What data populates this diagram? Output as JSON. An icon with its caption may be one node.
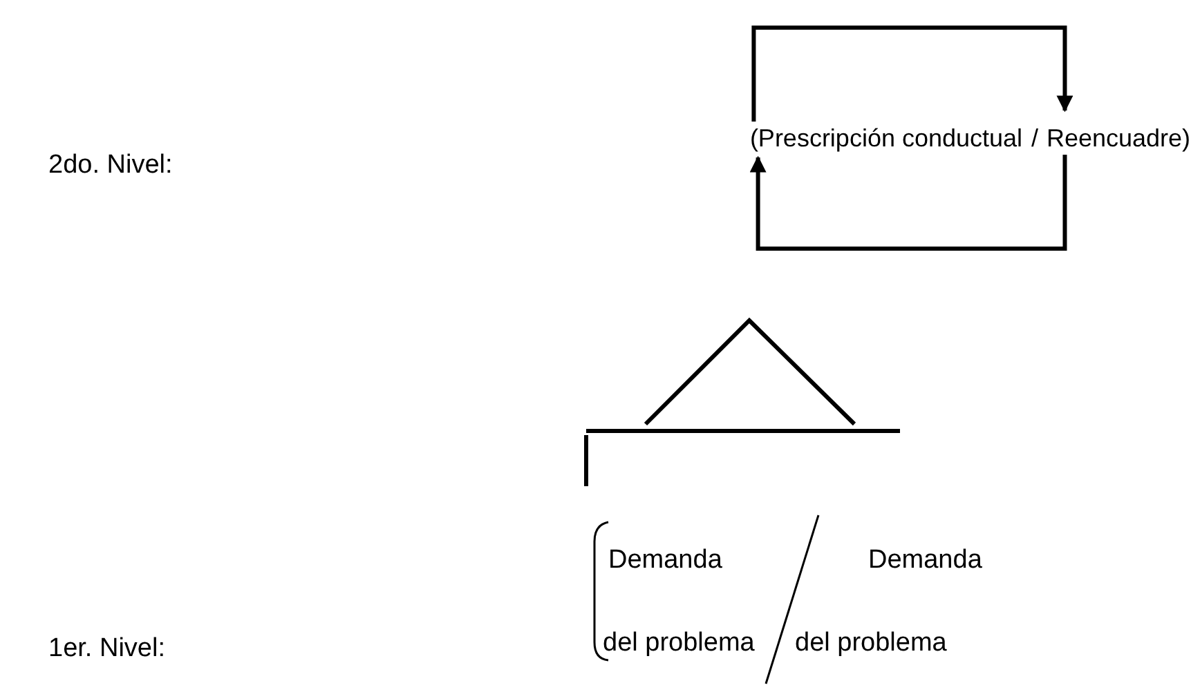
{
  "diagram": {
    "nodes": [
      {
        "text": [
          "(Prescripción conductual"
        ]
      },
      {
        "text": [
          "Reencuadre)"
        ]
      }
    ],
    "edges": [
      {
        "from": 0,
        "to": 1,
        "arrow": "to"
      },
      {
        "from": 1,
        "to": 0,
        "arrow": "to"
      }
    ],
    "labels": [
      "2do. Nivel:",
      "/",
      "Demanda",
      "Demanda",
      "1er. Nivel:",
      "del problema",
      "del problema"
    ]
  }
}
